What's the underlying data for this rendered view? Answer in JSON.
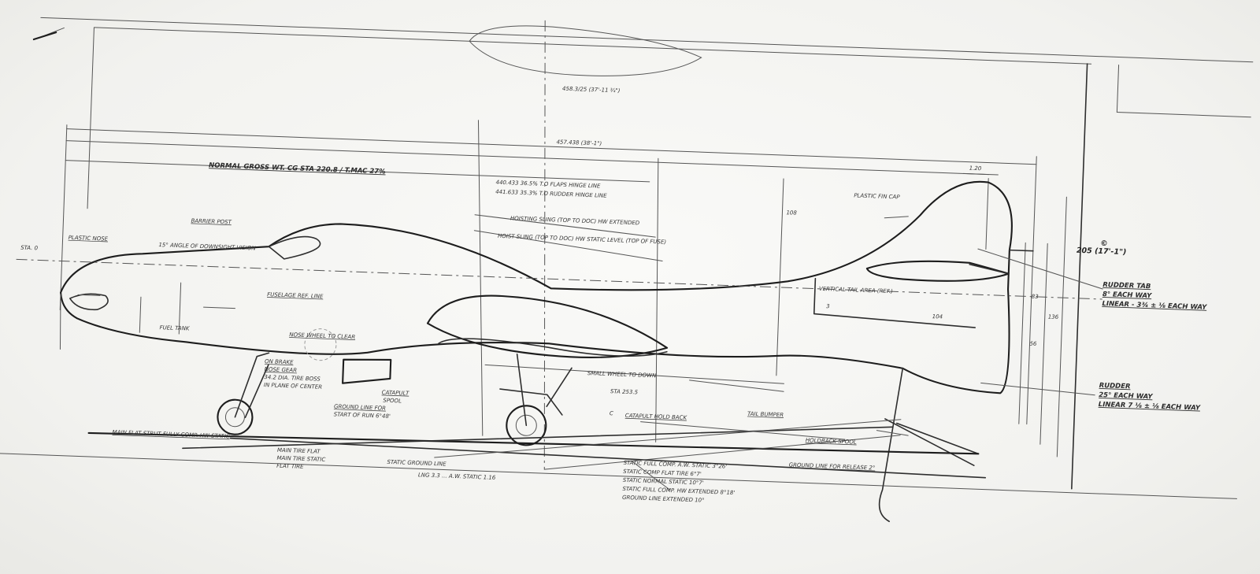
{
  "dimensions": {
    "wing_span_dim": "458.3/25 (37'-11 ¾\")",
    "overall_length_dim": "457.438 (38'-1\")",
    "overall_height": "205 (17'-1\")",
    "fin_height": "108",
    "chord_right_a": "136",
    "chord_right_b": "83",
    "chord_right_c": "56",
    "fin_ref_3": "3",
    "fin_ref_104": "104",
    "fin_tip_dim": "1.20"
  },
  "labels": {
    "normal_gross_cg": "NORMAL GROSS WT. CG STA 220.8 / T.MAC 27%",
    "flap_hinge": "440.433 36.5% T.O FLAPS HINGE LINE",
    "rudder_hinge": "441.633 35.3% T.O RUDDER HINGE LINE",
    "hoisting_sling": "HOISTING SLING (TOP TO DOC) HW EXTENDED",
    "hoist_sling_static": "HOIST SLING (TOP TO DOC) HW STATIC LEVEL (TOP OF FUSE)",
    "plastic_fin_cap": "PLASTIC FIN CAP",
    "vertical_tail_area": "VERTICAL TAIL AREA (REF.)",
    "rudder_tab": "RUDDER TAB",
    "rudder_tab_each_way": "8° EACH WAY",
    "rudder_tab_linear": "LINEAR - 3¾ ± ⅛ EACH WAY",
    "rudder": "RUDDER",
    "rudder_each_way": "25° EACH WAY",
    "rudder_linear": "LINEAR 7 ⅛ ± ⅛ EACH WAY",
    "sta_0": "STA. 0",
    "plastic_nose": "PLASTIC NOSE",
    "cockpit_vision": "15° ANGLE OF DOWNSIGHT VISION",
    "barrier_post": "BARRIER POST",
    "fuselage_ref_line": "FUSELAGE REF. LINE",
    "nose_wheel_clearance": "NOSE WHEEL TO CLEAR",
    "fuel_tank": "FUEL TANK",
    "gear_note_1": "ON BRAKE",
    "gear_note_2": "NOSE GEAR",
    "gear_note_3": "34.2 DIA. TIRE BOSS",
    "gear_note_4": "IN PLANE OF CENTER",
    "catapult_label": "CATAPULT",
    "catapult_sub": "SPOOL",
    "ground_line_start": "GROUND LINE FOR",
    "ground_line_start_2": "START OF RUN 6°48'",
    "catapult_holdback": "CATAPULT HOLD BACK",
    "tail_bumper": "TAIL BUMPER",
    "holdback_spool": "HOLDBACK SPOOL",
    "ground_line_release": "GROUND LINE FOR RELEASE 2°",
    "bottom_left_note": "MAIN FLAT STRUT FULLY COMP. HW STATIC",
    "tire_note_1": "MAIN TIRE FLAT",
    "tire_note_2": "MAIN TIRE STATIC",
    "tire_note_3": "FLAT TIRE",
    "static_ground": "STATIC GROUND LINE",
    "bottom_notes": [
      "STATIC FULL COMP. A.W. STATIC 3°26'",
      "STATIC COMP FLAT TIRE 6°7'",
      "STATIC NORMAL STATIC 10°7'",
      "STATIC FULL COMP. HW EXTENDED 8°18'",
      "GROUND LINE EXTENDED 10°"
    ],
    "wheel_note": "SMALL WHEEL TO DOWN",
    "strut_note": "STA 253.5",
    "mid_note": "LNG 3.3 ... A.W. STATIC 1.16",
    "circle_c": "C",
    "copyright_mark": "©"
  },
  "colors": {
    "paper": "#f7f7f5",
    "ink": "#2e2e2e",
    "faint": "#9a9a9a"
  }
}
